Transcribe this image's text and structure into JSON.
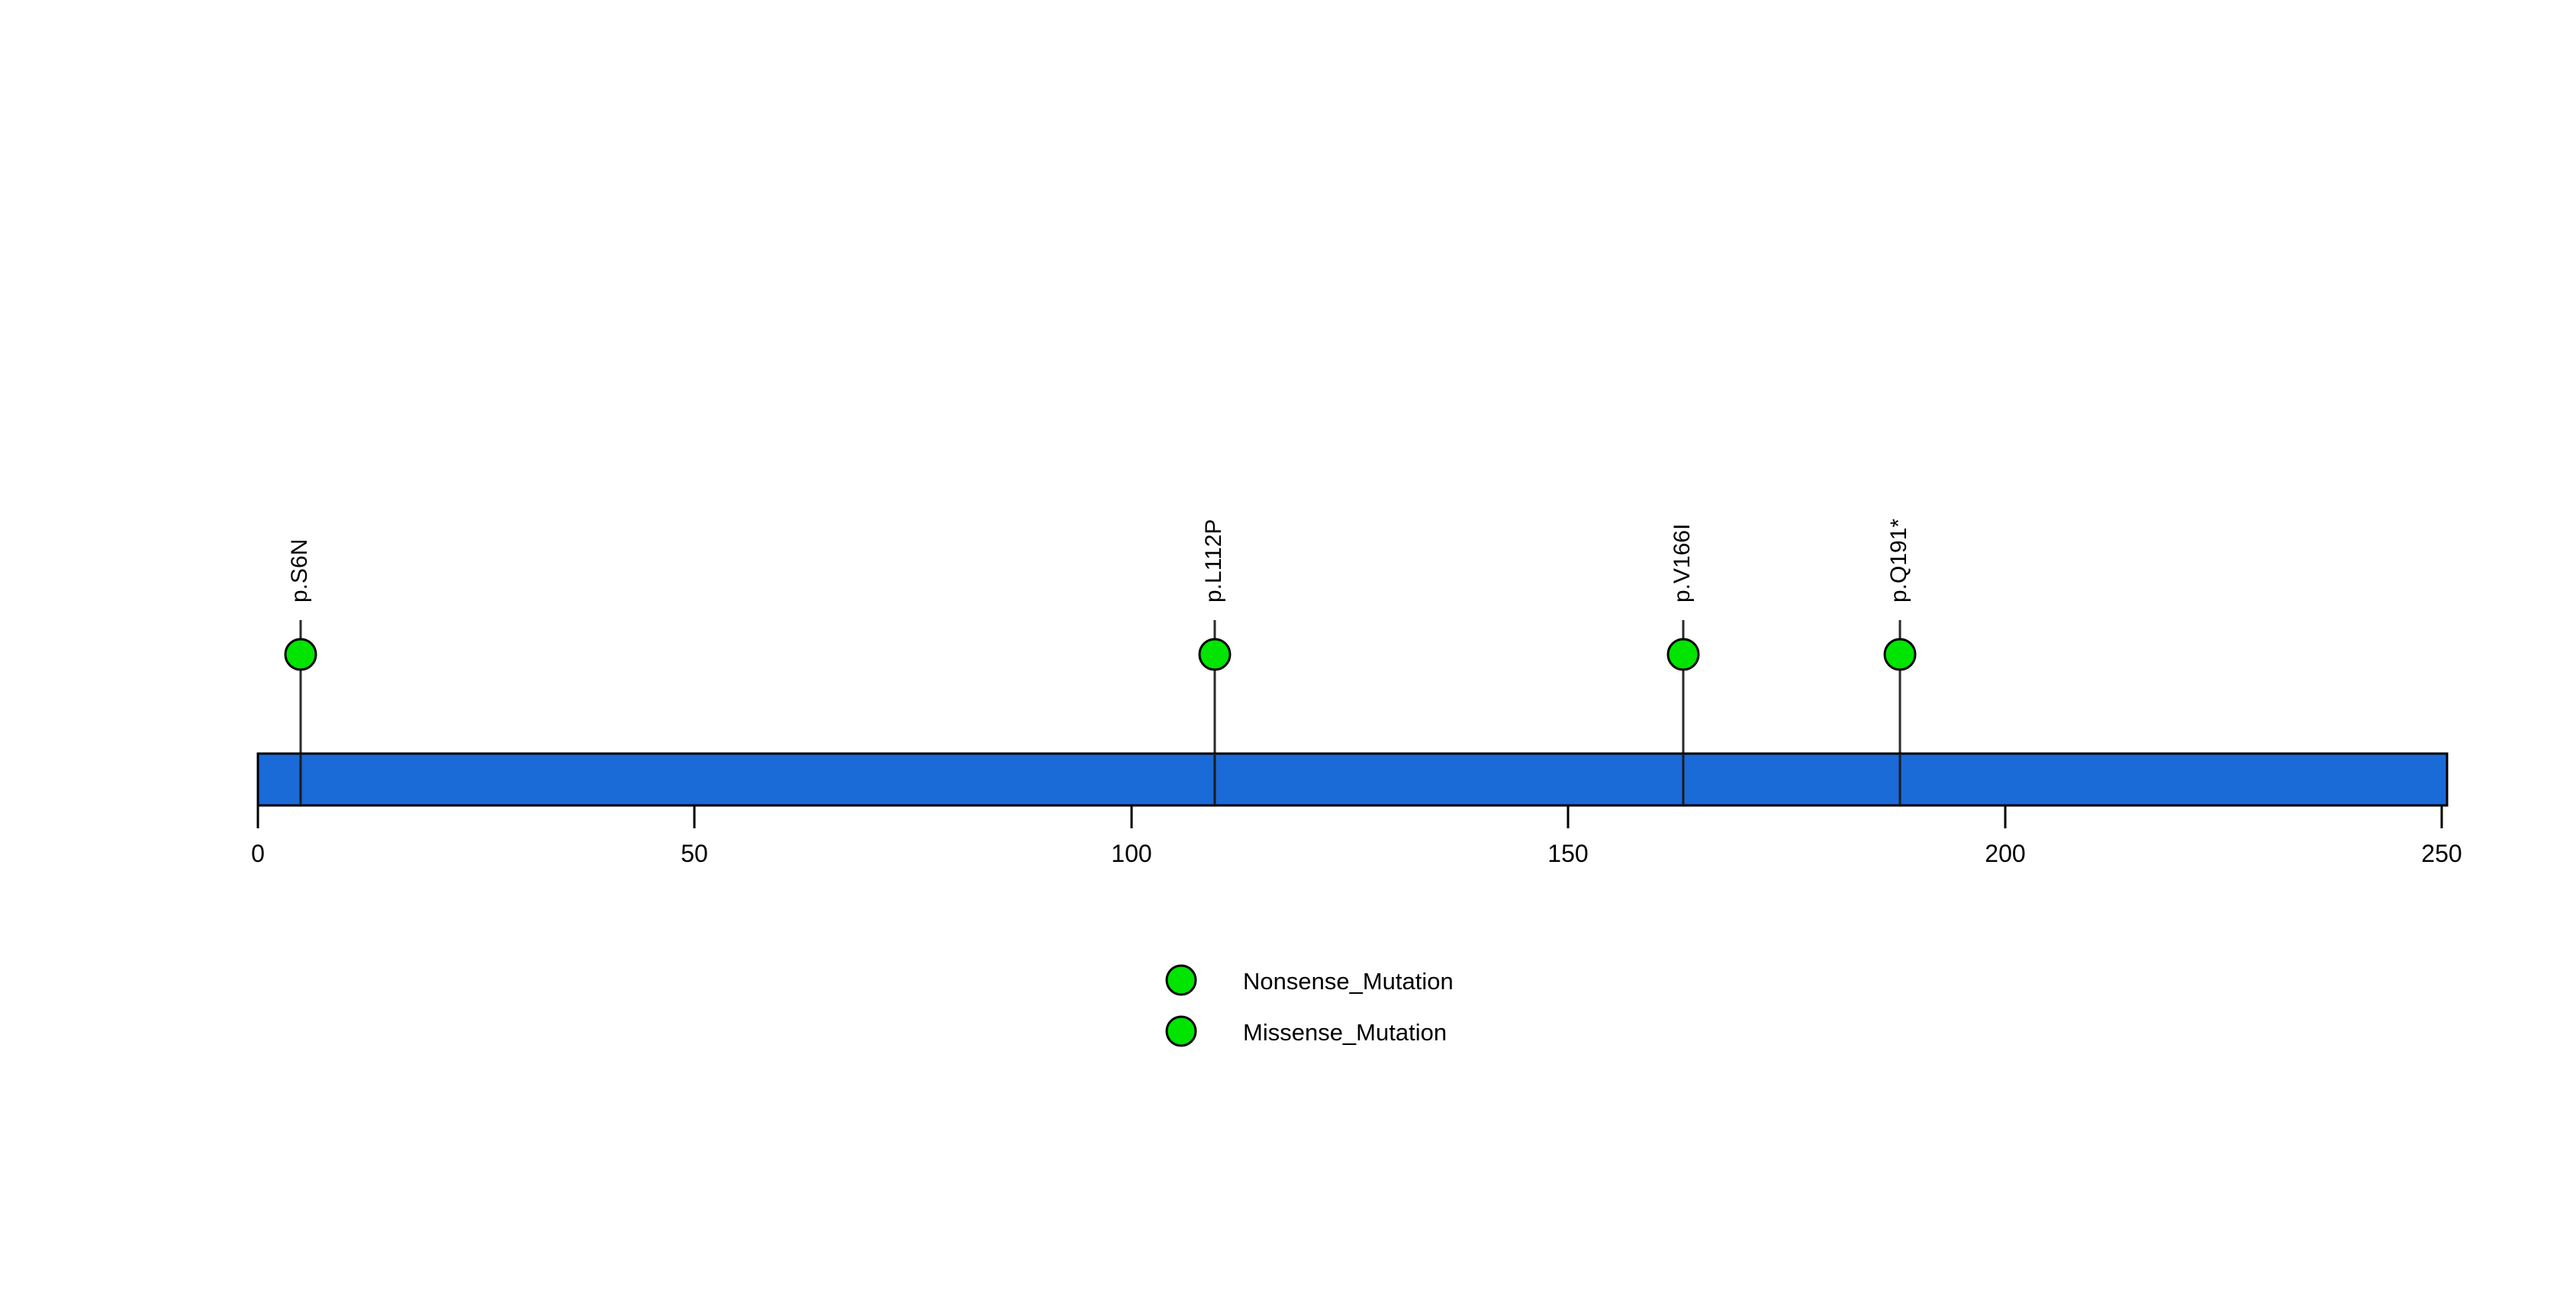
{
  "chart_data": {
    "type": "scatter",
    "plot_kind": "lollipop-protein-domain",
    "title": "",
    "subtitle": "",
    "xlabel": "",
    "ylabel": "",
    "xlim": [
      0,
      255
    ],
    "grid": false,
    "axis": {
      "ticks": [
        0,
        50,
        100,
        150,
        200,
        250
      ],
      "tick_labels": [
        "0",
        "50",
        "100",
        "150",
        "200",
        "250"
      ]
    },
    "protein": {
      "name": "",
      "length": 255,
      "start": 0,
      "end": 255,
      "color": "#1A6AD8",
      "border_color": "#000000"
    },
    "mutations": [
      {
        "label": "p.S6N",
        "position": 6,
        "count": 1,
        "type": "Missense_Mutation",
        "color": "#00E400"
      },
      {
        "label": "p.L112P",
        "position": 112,
        "count": 1,
        "type": "Missense_Mutation",
        "color": "#00E400"
      },
      {
        "label": "p.V166I",
        "position": 166,
        "count": 1,
        "type": "Missense_Mutation",
        "color": "#00E400"
      },
      {
        "label": "p.Q191*",
        "position": 191,
        "count": 1,
        "type": "Nonsense_Mutation",
        "color": "#00E400"
      }
    ],
    "legend": {
      "position": "bottom-center",
      "entries": [
        {
          "label": "Nonsense_Mutation",
          "color": "#00E400",
          "marker": "circle"
        },
        {
          "label": "Missense_Mutation",
          "color": "#00E400",
          "marker": "circle"
        }
      ]
    },
    "colors": {
      "protein_bar": "#1A6AD8",
      "mutation_marker": "#00E400",
      "stem": "#2B2B2B",
      "text": "#000000",
      "background": "#FFFFFF"
    }
  }
}
